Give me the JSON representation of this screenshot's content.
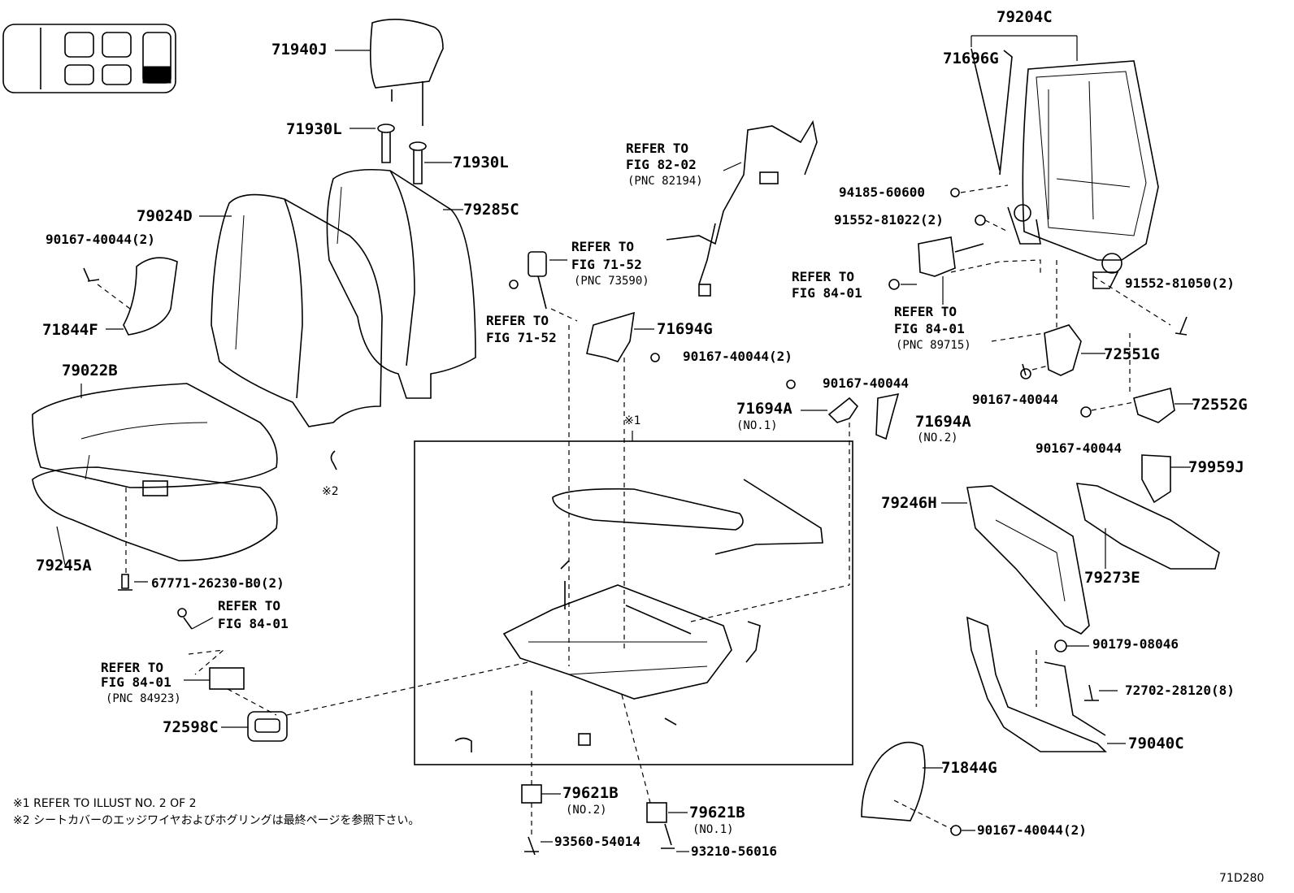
{
  "figure_code": "71D280",
  "labels": {
    "p71940J": "71940J",
    "p71930L_a": "71930L",
    "p71930L_b": "71930L",
    "p79024D": "79024D",
    "p79285C": "79285C",
    "p90167_40044_2_a": "90167-40044(2)",
    "p71844F": "71844F",
    "p79022B": "79022B",
    "p79245A": "79245A",
    "p67771": "67771-26230-B0(2)",
    "ref_84_01_a_1": "REFER TO",
    "ref_84_01_a_2": "FIG 84-01",
    "ref_84_01_b_1": "REFER TO",
    "ref_84_01_b_2": "FIG 84-01",
    "ref_84_01_b_3": "(PNC 84923)",
    "p72598C": "72598C",
    "ref_82_02_1": "REFER TO",
    "ref_82_02_2": "FIG 82-02",
    "ref_82_02_3": "(PNC 82194)",
    "ref_71_52_a_1": "REFER TO",
    "ref_71_52_a_2": "FIG 71-52",
    "ref_71_52_a_3": "(PNC 73590)",
    "ref_71_52_b_1": "REFER TO",
    "ref_71_52_b_2": "FIG 71-52",
    "p71694G": "71694G",
    "p90167_40044_2_b": "90167-40044(2)",
    "p90167_40044_c": "90167-40044",
    "p71694A_1": "71694A",
    "p71694A_1_no": "(NO.1)",
    "p71694A_2": "71694A",
    "p71694A_2_no": "(NO.2)",
    "mark1": "※1",
    "mark2": "※2",
    "p79204C": "79204C",
    "p71696G": "71696G",
    "p94185": "94185-60600",
    "p91552_81022": "91552-81022(2)",
    "ref_84_01_c_1": "REFER TO",
    "ref_84_01_c_2": "FIG 84-01",
    "ref_84_01_d_1": "REFER TO",
    "ref_84_01_d_2": "FIG 84-01",
    "ref_84_01_d_3": "(PNC 89715)",
    "p91552_81050": "91552-81050(2)",
    "p72551G": "72551G",
    "p90167_40044_d": "90167-40044",
    "p72552G": "72552G",
    "p90167_40044_e": "90167-40044",
    "p79959J": "79959J",
    "p79246H": "79246H",
    "p79273E": "79273E",
    "p90179": "90179-08046",
    "p72702": "72702-28120(8)",
    "p79040C": "79040C",
    "p71844G": "71844G",
    "p90167_40044_2_f": "90167-40044(2)",
    "p79621B_a": "79621B",
    "p79621B_a_no": "(NO.2)",
    "p79621B_b": "79621B",
    "p79621B_b_no": "(NO.1)",
    "p93560": "93560-54014",
    "p93210": "93210-56016",
    "note1": "※1 REFER TO ILLUST NO. 2 OF 2",
    "note2": "※2 シートカバーのエッジワイヤおよびホグリングは最終ページを参照下さい。"
  }
}
